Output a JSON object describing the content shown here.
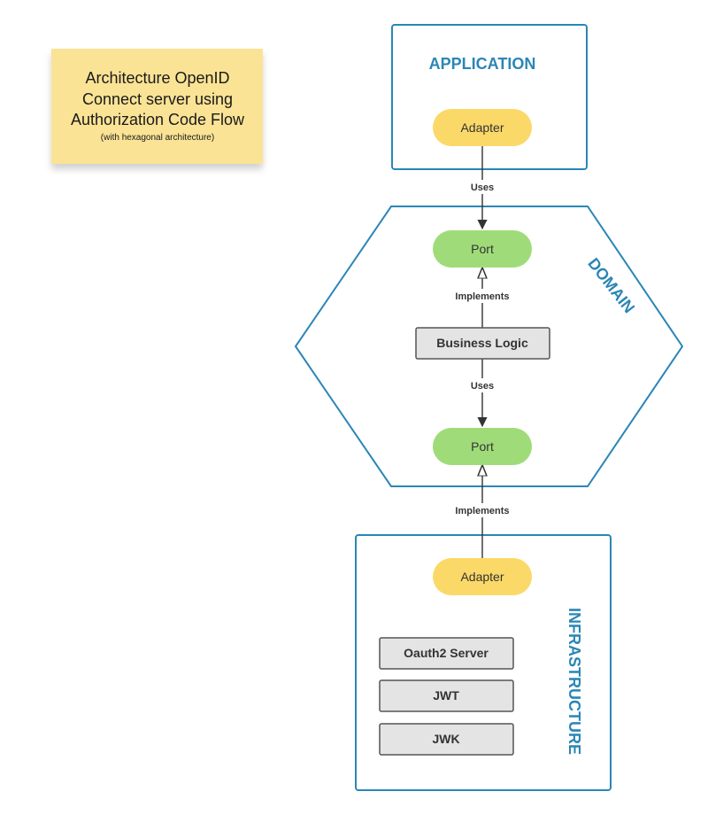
{
  "note": {
    "title_lines": [
      "Architecture OpenID",
      "Connect server using",
      "Authorization Code Flow"
    ],
    "subtitle": "(with hexagonal architecture)"
  },
  "zones": {
    "application": "APPLICATION",
    "domain": "DOMAIN",
    "infrastructure": "INFRASTRUCTURE"
  },
  "nodes": {
    "app_adapter": "Adapter",
    "port_top": "Port",
    "business_logic": "Business Logic",
    "port_bottom": "Port",
    "infra_adapter": "Adapter",
    "oauth2_server": "Oauth2 Server",
    "jwt": "JWT",
    "jwk": "JWK"
  },
  "edges": {
    "uses_top": "Uses",
    "implements_top": "Implements",
    "uses_bottom": "Uses",
    "implements_bottom": "Implements"
  },
  "colors": {
    "frame": "#2a86b6",
    "adapter_fill": "#fbd968",
    "port_fill": "#9fdc79",
    "box_fill": "#e4e4e4",
    "box_stroke": "#555555",
    "note_fill": "#fbe395"
  }
}
